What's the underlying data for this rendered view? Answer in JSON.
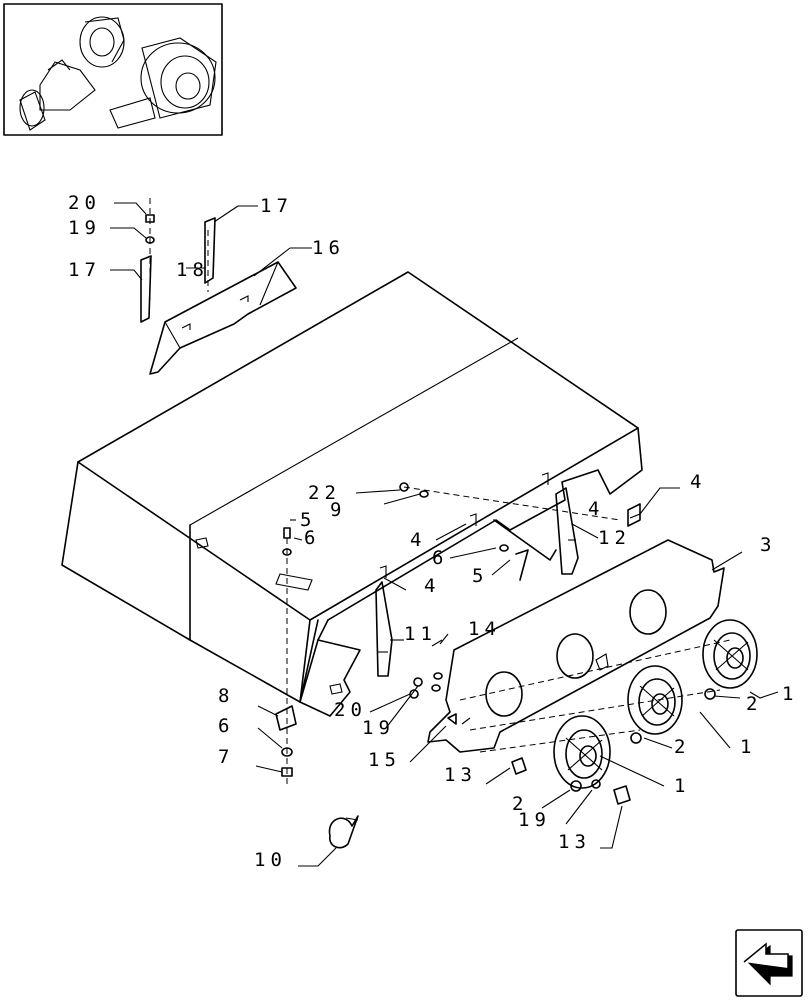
{
  "part_numbers": [
    "20",
    "19",
    "17",
    "17",
    "18",
    "16",
    "22",
    "9",
    "5",
    "6",
    "4",
    "4",
    "6",
    "5",
    "12",
    "4",
    "3",
    "4",
    "11",
    "14",
    "8",
    "20",
    "19",
    "6",
    "7",
    "15",
    "13",
    "1",
    "2",
    "1",
    "2",
    "1",
    "2",
    "19",
    "13",
    "10"
  ],
  "icons": {
    "thumbnail": "assembly-thumbnail-icon",
    "navigation": "next-page-arrow-icon"
  }
}
